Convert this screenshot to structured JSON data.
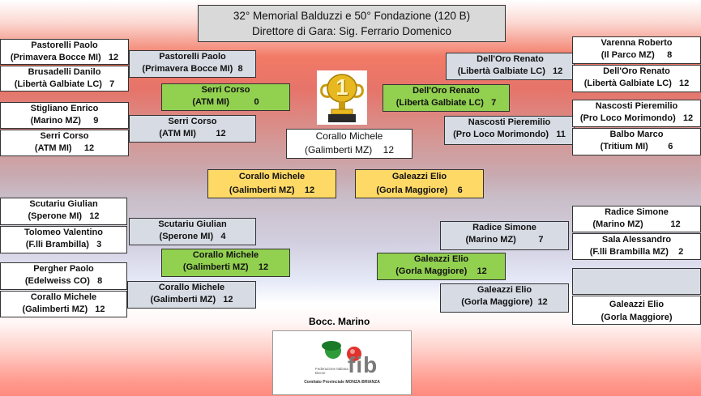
{
  "header": {
    "title": "32° Memorial Balduzzi e 50° Fondazione (120 B)",
    "director": "Direttore di Gara: Sig. Ferrario Domenico"
  },
  "left": {
    "r1": [
      {
        "name": "Pastorelli Paolo",
        "club": "(Primavera Bocce MI)",
        "score": "12"
      },
      {
        "name": "Brusadelli Danilo",
        "club": "(Libertà Galbiate LC)",
        "score": "7"
      },
      {
        "name": "Stigliano Enrico",
        "club": "(Marino MZ)",
        "score": "9"
      },
      {
        "name": "Serri Corso",
        "club": "(ATM MI)",
        "score": "12"
      },
      {
        "name": "Scutariu Giulian",
        "club": "(Sperone MI)",
        "score": "12"
      },
      {
        "name": "Tolomeo Valentino",
        "club": "(F.lli Brambilla)",
        "score": "3"
      },
      {
        "name": "Pergher Paolo",
        "club": "(Edelweiss CO)",
        "score": "8"
      },
      {
        "name": "Corallo Michele",
        "club": "(Galimberti MZ)",
        "score": "12"
      }
    ],
    "r2": [
      {
        "name": "Pastorelli Paolo",
        "club": "(Primavera Bocce MI)",
        "score": "8"
      },
      {
        "name": "Serri Corso",
        "club": "(ATM MI)",
        "score": "12"
      },
      {
        "name": "Scutariu  Giulian",
        "club": "(Sperone MI)",
        "score": "4"
      },
      {
        "name": "Corallo Michele",
        "club": "(Galimberti MZ)",
        "score": "12"
      }
    ],
    "r3": [
      {
        "name": "Serri Corso",
        "club": "(ATM MI)",
        "score": "0"
      },
      {
        "name": "Corallo Michele",
        "club": "(Galimberti MZ)",
        "score": "12"
      }
    ],
    "semi": {
      "name": "Corallo Michele",
      "club": "(Galimberti MZ)",
      "score": "12"
    }
  },
  "right": {
    "r1": [
      {
        "name": "Varenna Roberto",
        "club": "(Il Parco MZ)",
        "score": "8"
      },
      {
        "name": "Dell'Oro Renato",
        "club": "(Libertà Galbiate LC)",
        "score": "12"
      },
      {
        "name": "Nascosti Pieremilio",
        "club": "(Pro Loco Morimondo)",
        "score": "12"
      },
      {
        "name": "Balbo Marco",
        "club": "(Tritium MI)",
        "score": "6"
      },
      {
        "name": "Radice Simone",
        "club": "(Marino MZ)",
        "score": "12"
      },
      {
        "name": "Sala Alessandro",
        "club": "(F.lli Brambilla MZ)",
        "score": "2"
      },
      {
        "name": "",
        "club": "",
        "score": ""
      },
      {
        "name": "Galeazzi Elio",
        "club": "(Gorla Maggiore)",
        "score": ""
      }
    ],
    "r2": [
      {
        "name": "Dell'Oro Renato",
        "club": "(Libertà Galbiate LC)",
        "score": "12"
      },
      {
        "name": "Nascosti Pieremilio",
        "club": "(Pro Loco Morimondo)",
        "score": "11"
      },
      {
        "name": "Radice Simone",
        "club": "(Marino MZ)",
        "score": "7"
      },
      {
        "name": "Galeazzi Elio",
        "club": "(Gorla Maggiore)",
        "score": "12"
      }
    ],
    "r3": [
      {
        "name": "Dell'Oro Renato",
        "club": "(Libertà Galbiate LC)",
        "score": "7"
      },
      {
        "name": "Galeazzi Elio",
        "club": "(Gorla Maggiore)",
        "score": "12"
      }
    ],
    "semi": {
      "name": "Galeazzi Elio",
      "club": "(Gorla Maggiore)",
      "score": "6"
    }
  },
  "final": {
    "name": "Corallo Michele",
    "club": "(Galimberti MZ)",
    "score": "12"
  },
  "trophy": {
    "icon": "trophy-icon",
    "label": "1"
  },
  "venue": "Bocc. Marino",
  "logo": {
    "letters": "fib",
    "line1": "Federazione",
    "line2": "Italiana Bocce",
    "line3": "Comitato Provinciale",
    "line4": "MONZA-BRIANZA"
  }
}
